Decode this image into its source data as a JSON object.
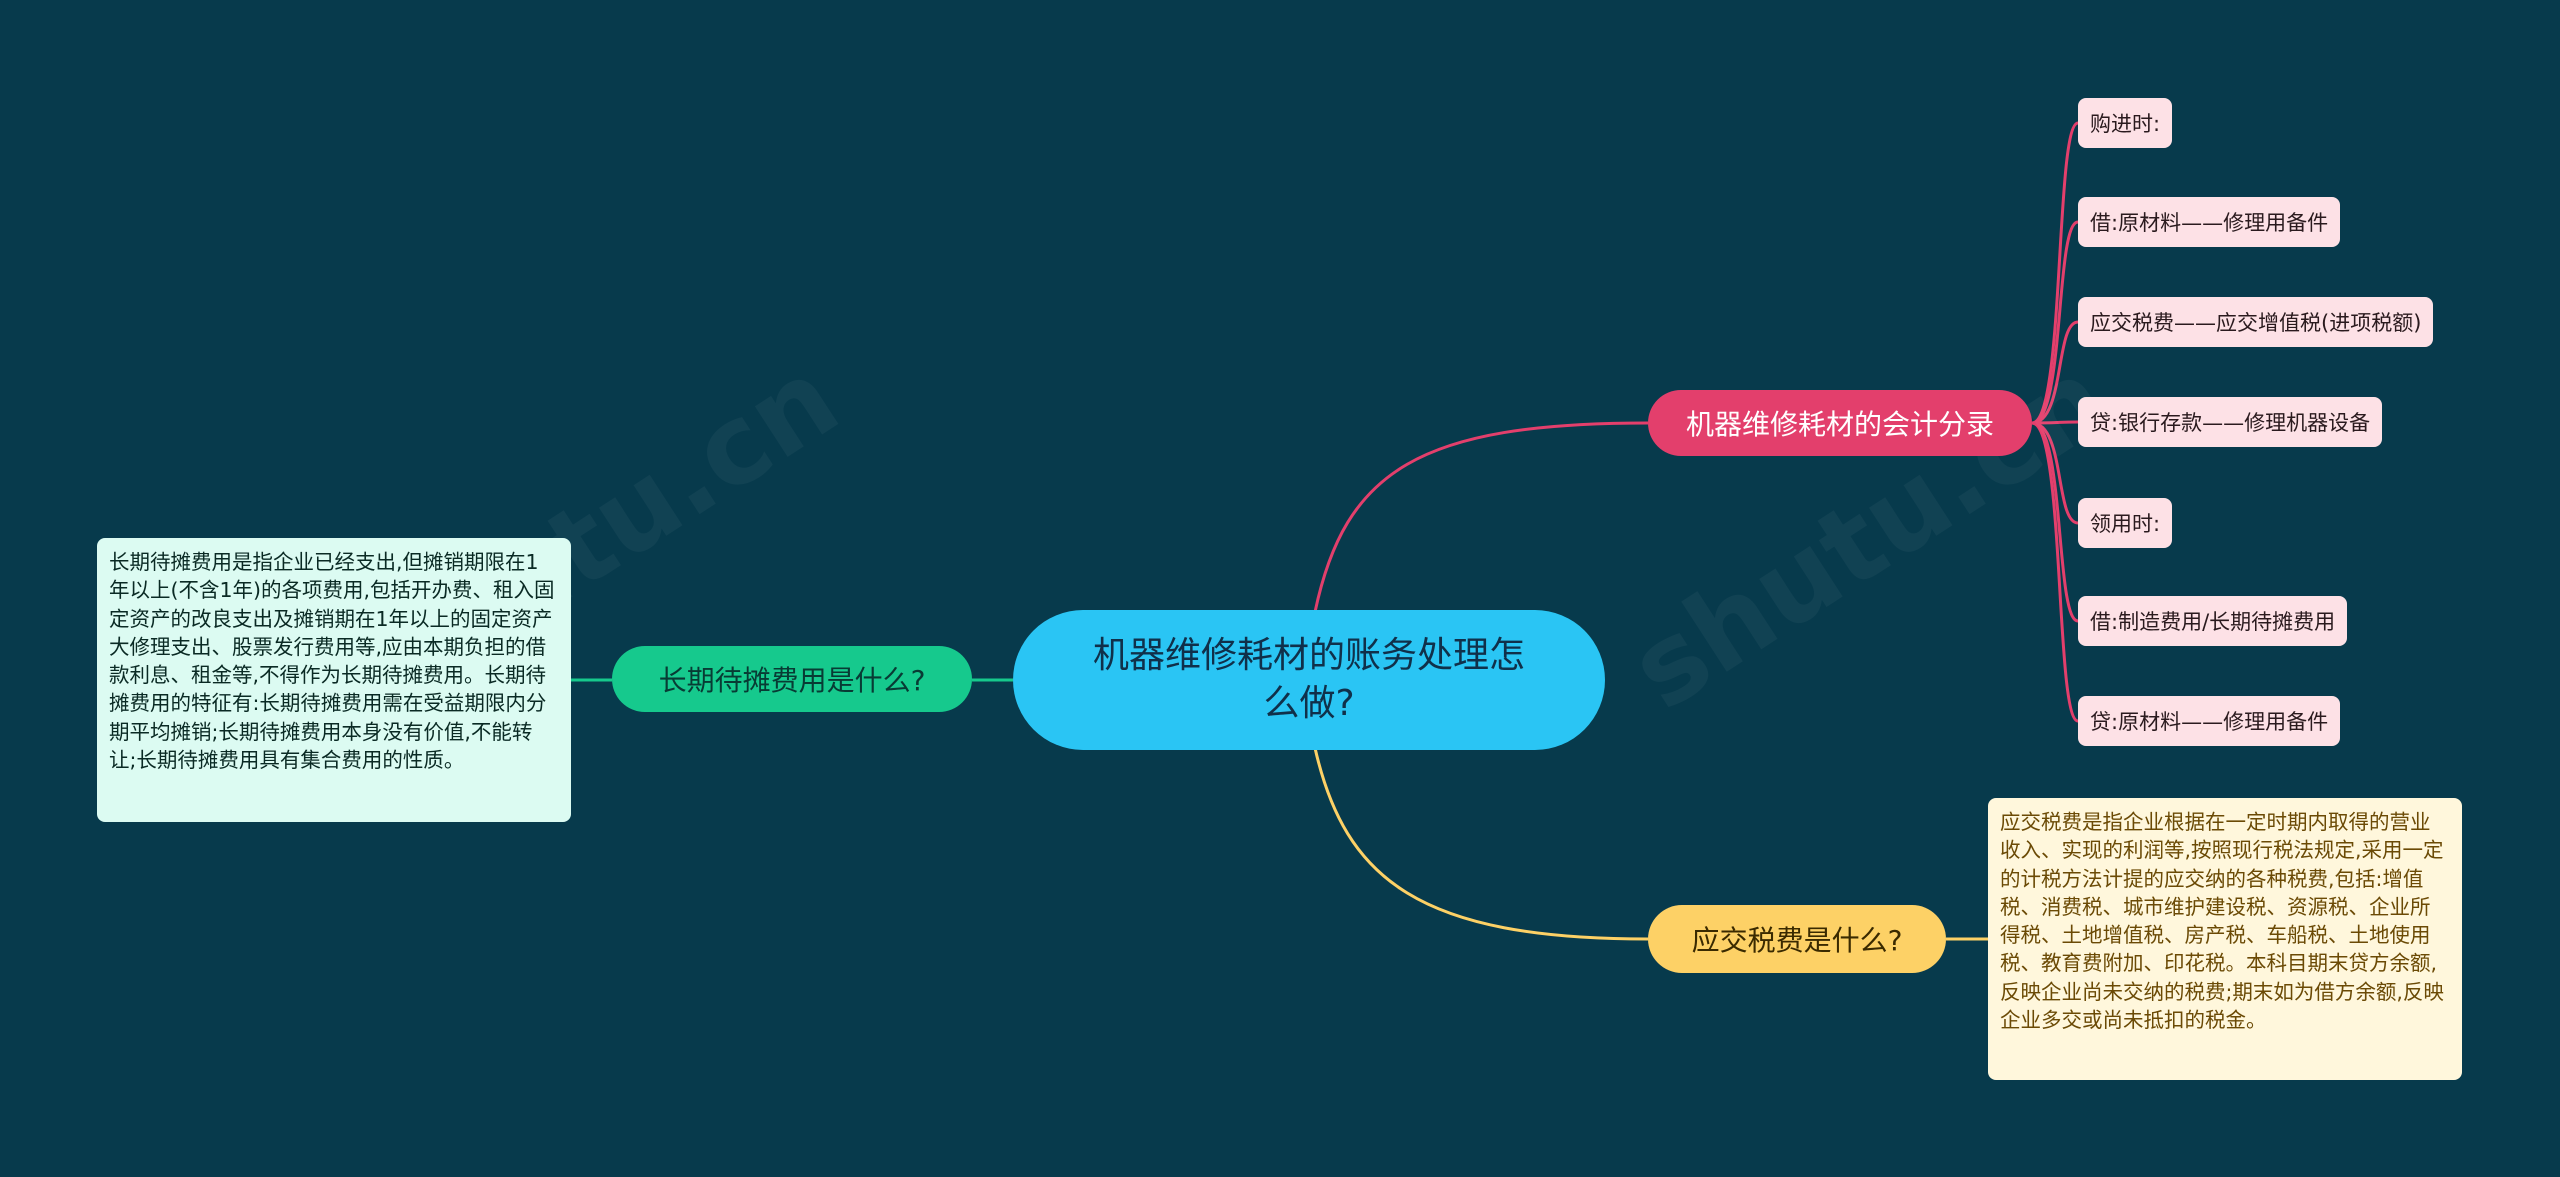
{
  "central": {
    "text": "机器维修耗材的账务处理怎么做?"
  },
  "branches": {
    "accounting": {
      "label": "机器维修耗材的会计分录",
      "color": "#e33f6c"
    },
    "prepaid": {
      "label": "长期待摊费用是什么?",
      "color": "#16c98d"
    },
    "tax": {
      "label": "应交税费是什么?",
      "color": "#fdd166"
    }
  },
  "leaves": [
    "购进时:",
    "借:原材料——修理用备件",
    "应交税费——应交增值税(进项税额)",
    "贷:银行存款——修理机器设备",
    "领用时:",
    "借:制造费用/长期待摊费用",
    "贷:原材料——修理用备件"
  ],
  "notes": {
    "prepaid": "长期待摊费用是指企业已经支出,但摊销期限在1年以上(不含1年)的各项费用,包括开办费、租入固定资产的改良支出及摊销期在1年以上的固定资产大修理支出、股票发行费用等,应由本期负担的借款利息、租金等,不得作为长期待摊费用。长期待摊费用的特征有:长期待摊费用需在受益期限内分期平均摊销;长期待摊费用本身没有价值,不能转让;长期待摊费用具有集合费用的性质。",
    "tax": "应交税费是指企业根据在一定时期内取得的营业收入、实现的利润等,按照现行税法规定,采用一定的计税方法计提的应交纳的各种税费,包括:增值税、消费税、城市维护建设税、资源税、企业所得税、土地增值税、房产税、车船税、土地使用税、教育费附加、印花税。本科目期末贷方余额,反映企业尚未交纳的税费;期末如为借方余额,反映企业多交或尚未抵扣的税金。"
  },
  "watermarks": [
    "shutu.cn",
    "shutu.cn"
  ],
  "colors": {
    "background": "#073a4c",
    "central": "#2ac5f4",
    "leaf": "#fde1e6"
  }
}
